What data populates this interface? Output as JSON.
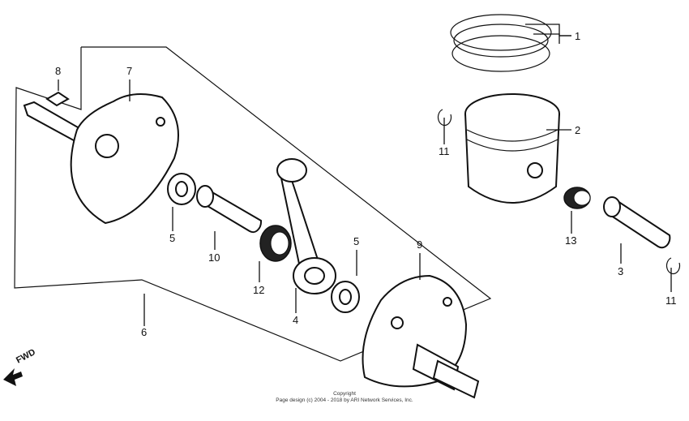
{
  "callouts": [
    {
      "id": "c1",
      "text": "1"
    },
    {
      "id": "c2",
      "text": "2"
    },
    {
      "id": "c3",
      "text": "3"
    },
    {
      "id": "c4",
      "text": "4"
    },
    {
      "id": "c5a",
      "text": "5"
    },
    {
      "id": "c5b",
      "text": "5"
    },
    {
      "id": "c6",
      "text": "6"
    },
    {
      "id": "c7",
      "text": "7"
    },
    {
      "id": "c8",
      "text": "8"
    },
    {
      "id": "c9",
      "text": "9"
    },
    {
      "id": "c10",
      "text": "10"
    },
    {
      "id": "c11a",
      "text": "11"
    },
    {
      "id": "c11b",
      "text": "11"
    },
    {
      "id": "c12",
      "text": "12"
    },
    {
      "id": "c13",
      "text": "13"
    }
  ],
  "direction_marker": "FWD",
  "copyright": {
    "line1": "Copyright",
    "line2": "Page design (c) 2004 - 2018 by ARI Network Services, Inc."
  }
}
